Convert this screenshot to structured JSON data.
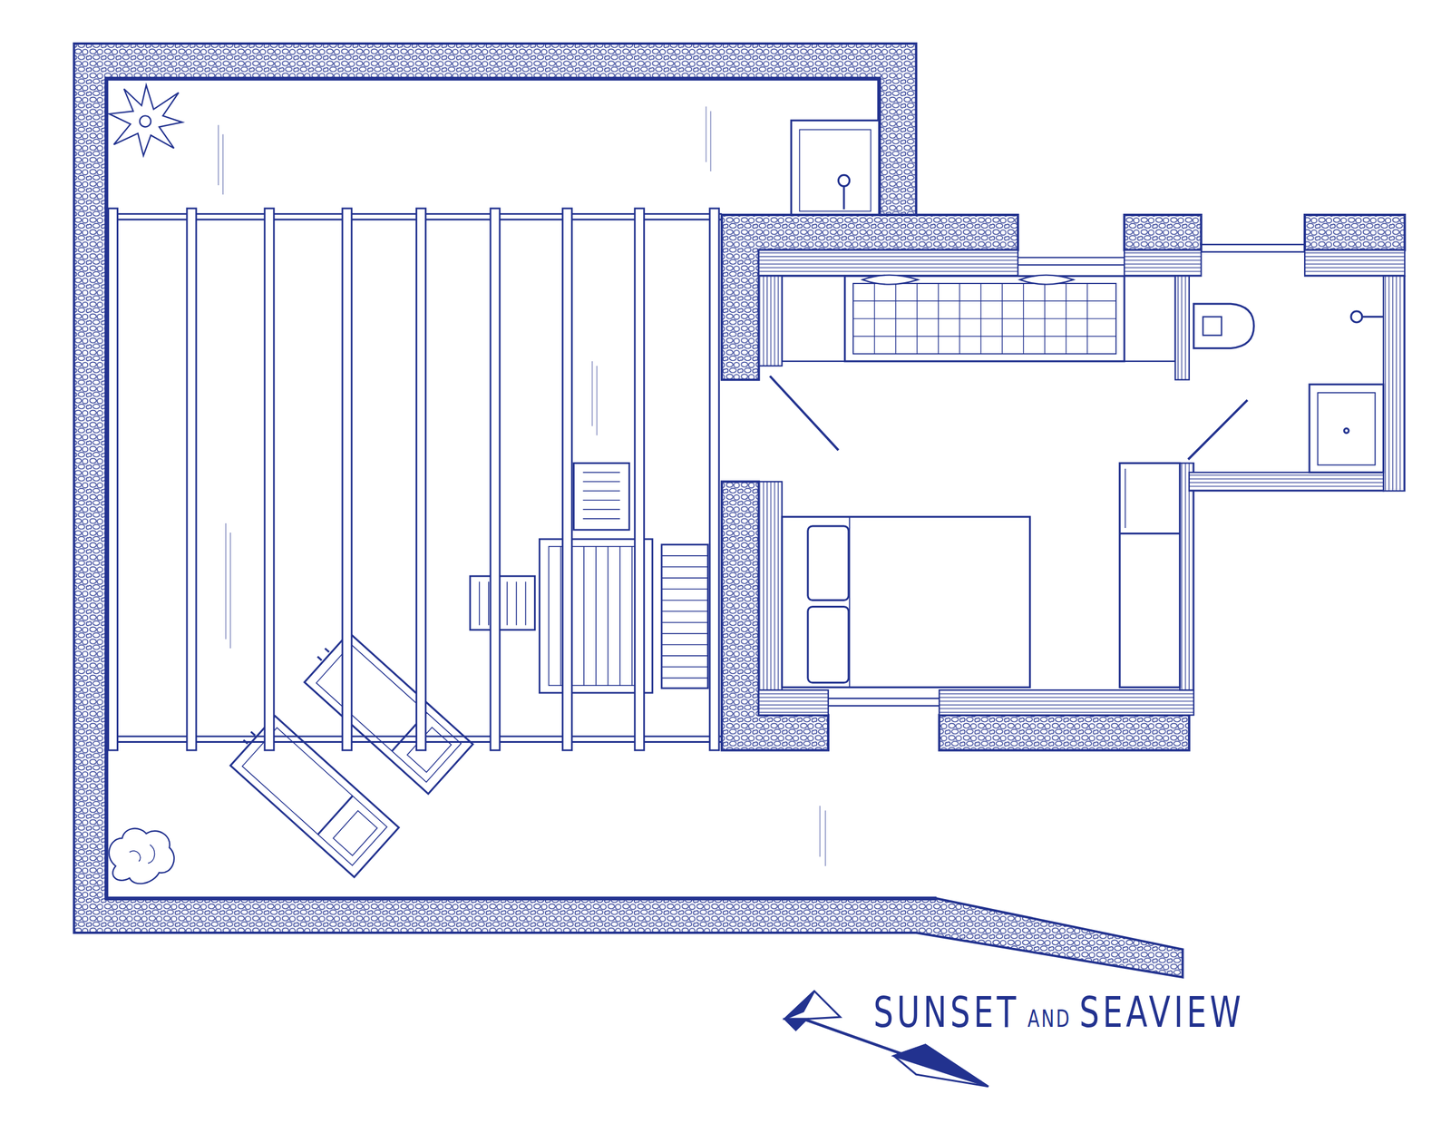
{
  "diagram": {
    "labels": [
      "SUNSET",
      "AND",
      "SEAVIEW"
    ]
  }
}
